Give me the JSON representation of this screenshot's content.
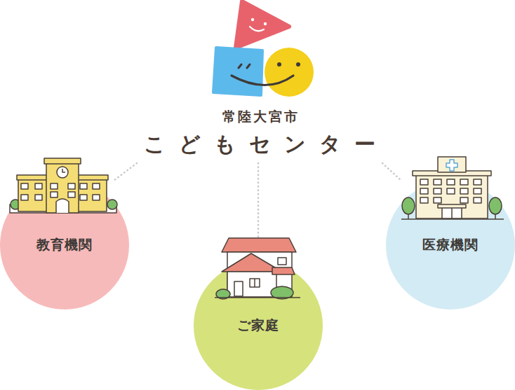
{
  "diagram": {
    "nodes": [
      {
        "text": [
          "常陸大宮市",
          "こどもセンター"
        ]
      },
      {
        "text": [
          "教育機関"
        ]
      },
      {
        "text": [
          "ご家庭"
        ]
      },
      {
        "text": [
          "医療機関"
        ]
      }
    ],
    "edges": [
      {
        "from": 0,
        "to": 1,
        "arrow": "none"
      },
      {
        "from": 0,
        "to": 2,
        "arrow": "none"
      },
      {
        "from": 0,
        "to": 3,
        "arrow": "none"
      }
    ]
  }
}
